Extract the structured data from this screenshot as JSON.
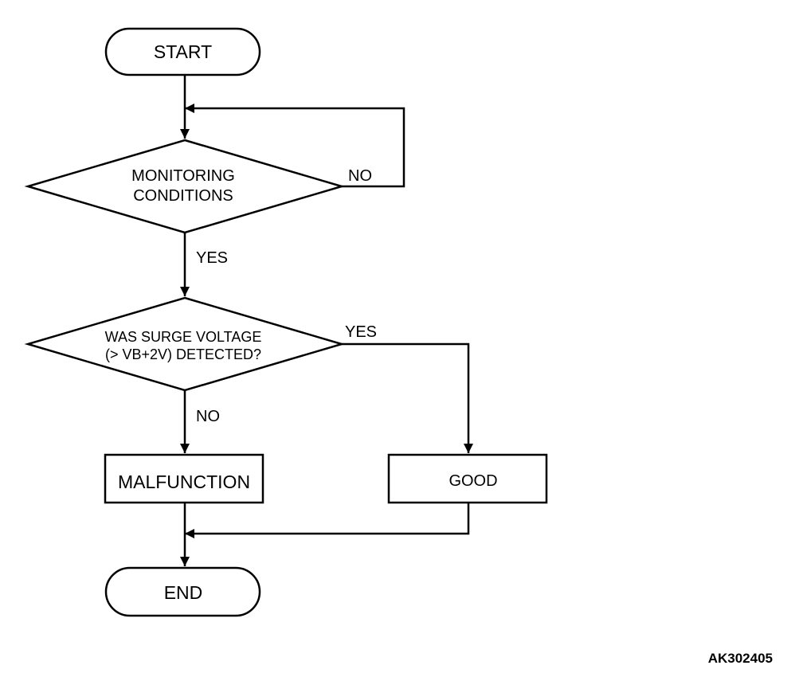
{
  "flowchart": {
    "start": "START",
    "decision1": {
      "line1": "MONITORING",
      "line2": "CONDITIONS",
      "no_label": "NO",
      "yes_label": "YES"
    },
    "decision2": {
      "line1": "WAS SURGE VOLTAGE",
      "line2": "(> VB+2V) DETECTED?",
      "yes_label": "YES",
      "no_label": "NO"
    },
    "malfunction": "MALFUNCTION",
    "good": "GOOD",
    "end": "END"
  },
  "figure_code": "AK302405"
}
